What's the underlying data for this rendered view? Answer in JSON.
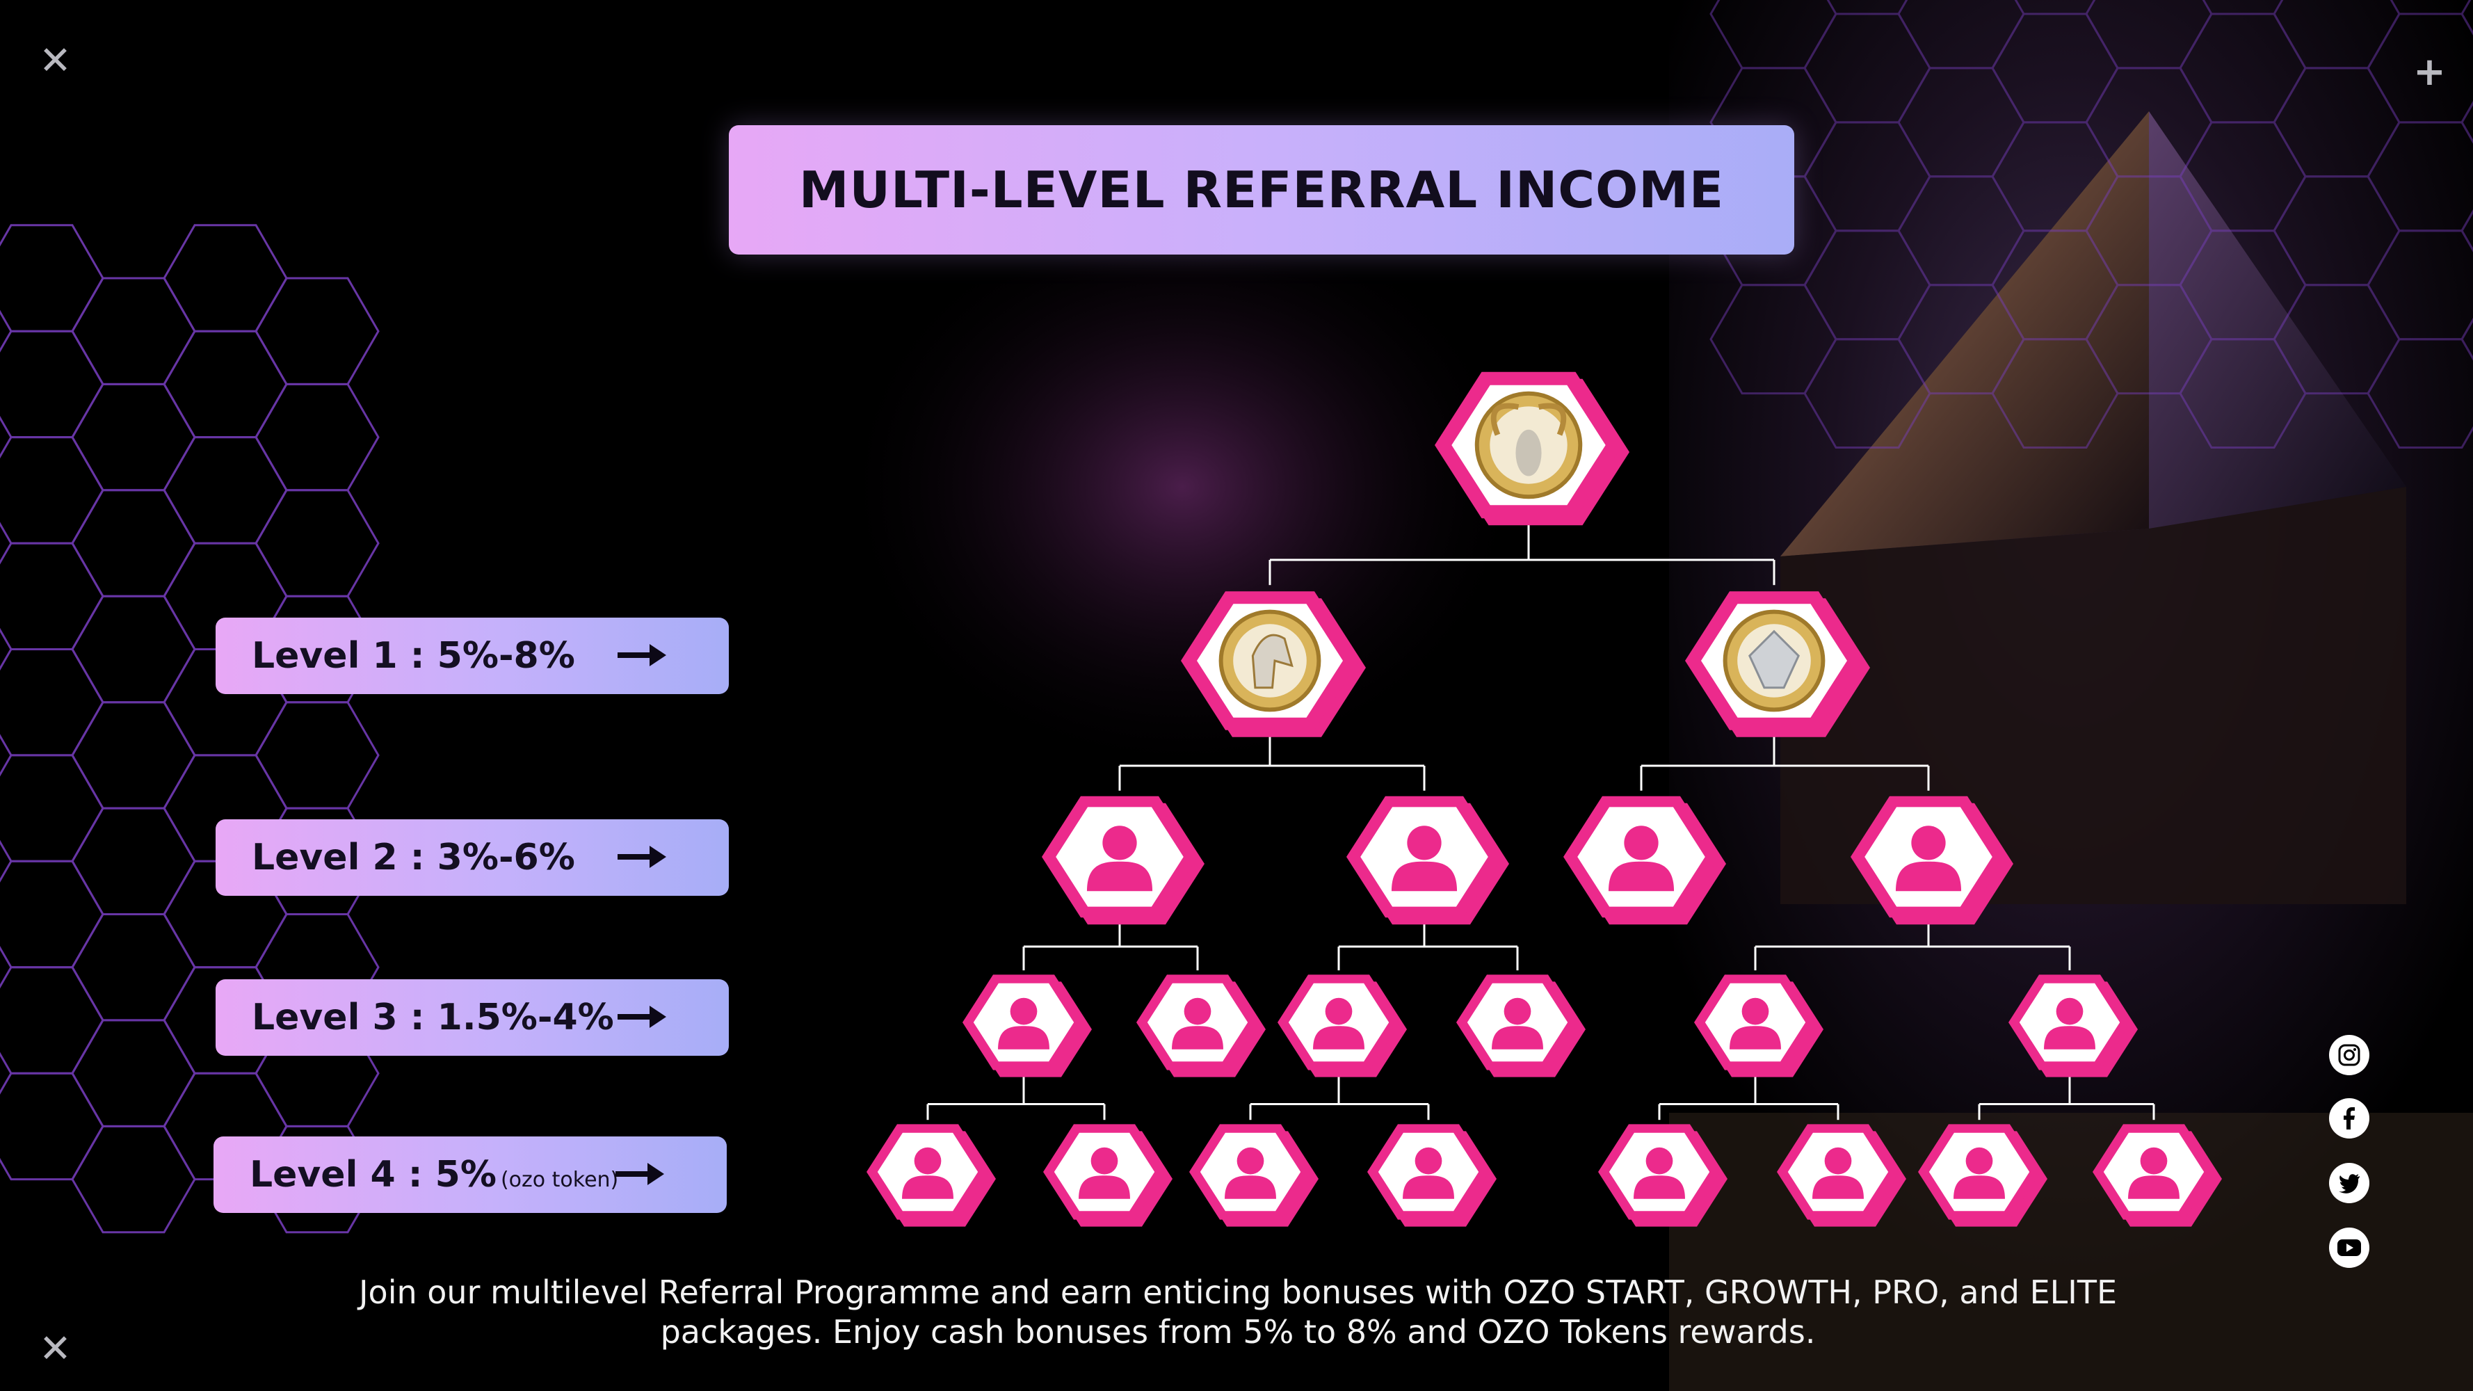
{
  "title": "MULTI-LEVEL REFERRAL INCOME",
  "levels": [
    {
      "label": "Level 1 : 5%-8%",
      "note": ""
    },
    {
      "label": "Level 2 : 3%-6%",
      "note": ""
    },
    {
      "label": "Level 3 : 1.5%-4%",
      "note": ""
    },
    {
      "label": "Level 4 : 5%",
      "note": "(ozo token)"
    }
  ],
  "footer": "Join our multilevel Referral Programme and earn enticing bonuses with OZO START, GROWTH, PRO, and ELITE packages. Enjoy cash bonuses from 5% to 8% and OZO Tokens rewards.",
  "tree": {
    "root_icon": "ram-emblem-icon",
    "level1_icons": [
      "horse-emblem-icon",
      "dragon-emblem-icon"
    ],
    "user_icon": "user-icon"
  },
  "social": [
    "instagram-icon",
    "facebook-icon",
    "twitter-icon",
    "youtube-icon"
  ],
  "colors": {
    "accent_pink": "#ec2a8c",
    "banner_start": "#e7a8f6",
    "banner_end": "#a9adf7",
    "hex_grid": "#7a3fc2"
  }
}
